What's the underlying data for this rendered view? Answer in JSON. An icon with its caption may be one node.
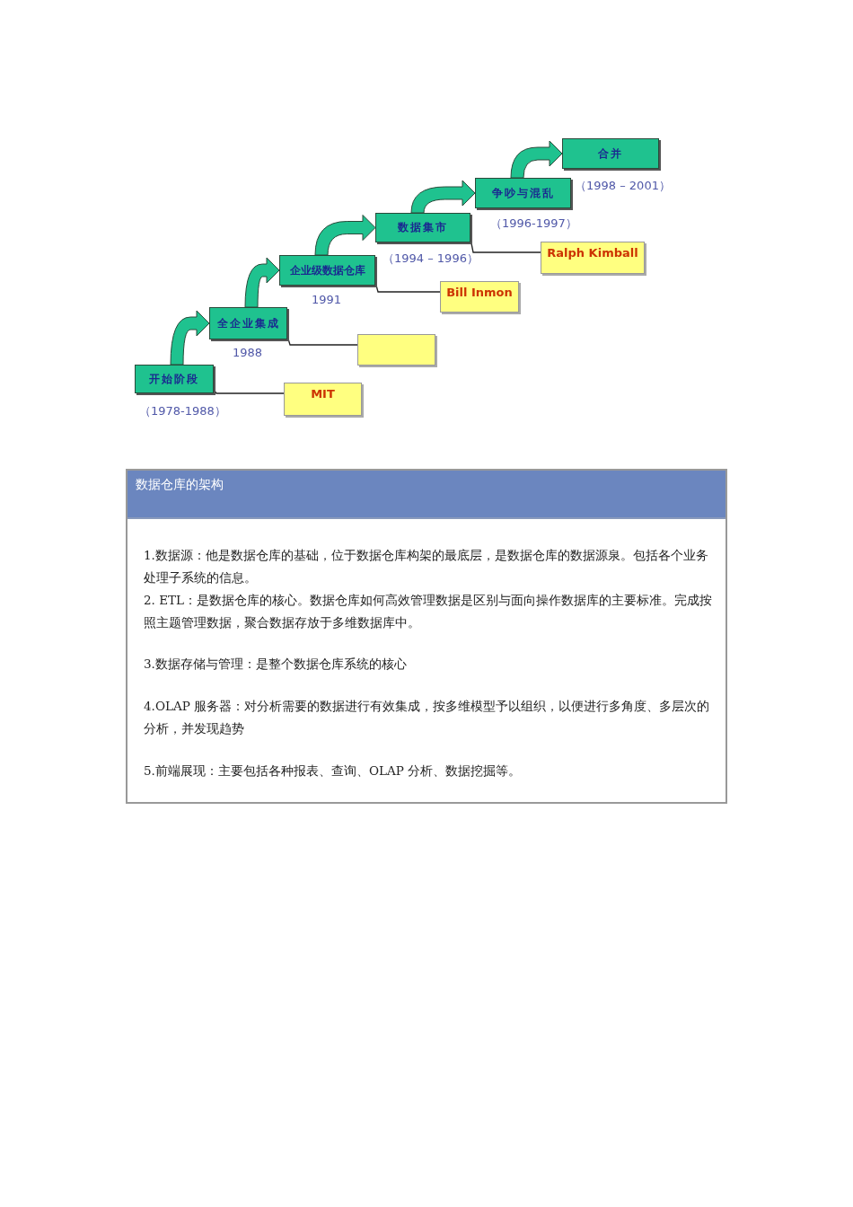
{
  "diagram": {
    "nodes": [
      {
        "text": [
          "开始阶段"
        ],
        "beside": [
          "（1978-1988）"
        ]
      },
      {
        "text": [
          "全企业集成"
        ],
        "beside": [
          "1988"
        ]
      },
      {
        "text": [
          "企业级数据仓库"
        ],
        "beside": [
          "1991"
        ]
      },
      {
        "text": [
          "数据集市"
        ],
        "beside": [
          "（1994 – 1996）"
        ]
      },
      {
        "text": [
          "争吵与混乱"
        ],
        "beside": [
          "（1996-1997）"
        ]
      },
      {
        "text": [
          "合并"
        ],
        "beside": [
          "（1998 – 2001）"
        ]
      },
      {
        "text": [
          "MIT"
        ]
      },
      {
        "text": [],
        "shape": "box"
      },
      {
        "text": [
          "Bill Inmon"
        ]
      },
      {
        "text": [
          "Ralph Kimball"
        ]
      },
      {
        "text": [
          "数据仓库的架构",
          "1.数据源：他是数据仓库的基础，位于数据仓库构架的最底层，是数据仓库的数据源泉。包括各个业务处理子系统的信息。",
          "2. ETL：是数据仓库的核心。数据仓库如何高效管理数据是区别与面向操作数据库的主要标准。完成按照主题管理数据，聚合数据存放于多维数据库中。",
          "3.数据存储与管理：是整个数据仓库系统的核心",
          "4.OLAP 服务器：对分析需要的数据进行有效集成，按多维模型予以组织，以便进行多角度、多层次的分析，并发现趋势",
          "5.前端展现：主要包括各种报表、查询、OLAP 分析、数据挖掘等。"
        ]
      }
    ],
    "edges": [
      {
        "from": 0,
        "to": 1,
        "arrow": "to",
        "style": "thick"
      },
      {
        "from": 1,
        "to": 2,
        "arrow": "to",
        "style": "thick"
      },
      {
        "from": 2,
        "to": 3,
        "arrow": "to",
        "style": "thick"
      },
      {
        "from": 3,
        "to": 4,
        "arrow": "to",
        "style": "thick"
      },
      {
        "from": 4,
        "to": 5,
        "arrow": "to",
        "style": "thick"
      },
      {
        "from": 0,
        "to": 6,
        "arrow": "none"
      },
      {
        "from": 1,
        "to": 7,
        "arrow": "none"
      },
      {
        "from": 2,
        "to": 8,
        "arrow": "none"
      },
      {
        "from": 3,
        "to": 9,
        "arrow": "none"
      }
    ]
  }
}
